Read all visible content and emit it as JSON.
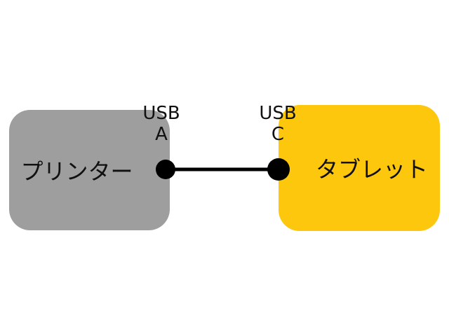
{
  "devices": {
    "left": {
      "label": "プリンター",
      "color": "#9e9e9e"
    },
    "right": {
      "label": "タブレット",
      "color": "#fdc70e"
    }
  },
  "ports": {
    "left": {
      "line1": "USB",
      "line2": "A"
    },
    "right": {
      "line1": "USB",
      "line2": "C"
    }
  },
  "cable": {
    "color": "#000000"
  }
}
